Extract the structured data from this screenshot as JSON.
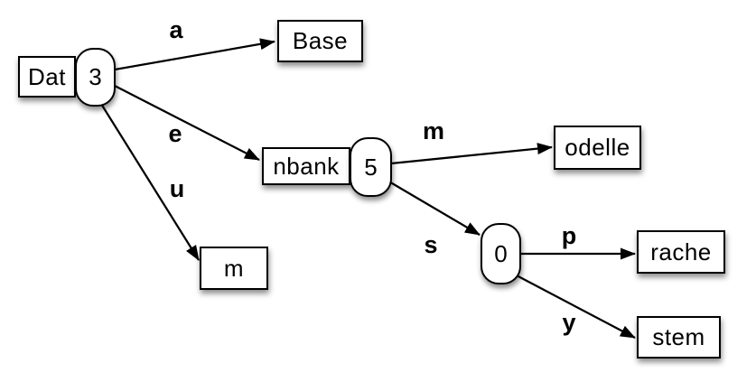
{
  "diagram": {
    "type": "trie",
    "nodes": {
      "dat": {
        "label": "Dat",
        "count": "3"
      },
      "base": {
        "label": "Base"
      },
      "nbank": {
        "label": "nbank",
        "count": "5"
      },
      "m": {
        "label": "m"
      },
      "odelle": {
        "label": "odelle"
      },
      "empty": {
        "count": "0"
      },
      "rache": {
        "label": "rache"
      },
      "stem": {
        "label": "stem"
      }
    },
    "edges": {
      "a": {
        "label": "a",
        "from": "dat",
        "to": "base"
      },
      "e": {
        "label": "e",
        "from": "dat",
        "to": "nbank"
      },
      "u": {
        "label": "u",
        "from": "dat",
        "to": "m"
      },
      "m": {
        "label": "m",
        "from": "nbank",
        "to": "odelle"
      },
      "s": {
        "label": "s",
        "from": "nbank",
        "to": "empty"
      },
      "p": {
        "label": "p",
        "from": "empty",
        "to": "rache"
      },
      "y": {
        "label": "y",
        "from": "empty",
        "to": "stem"
      }
    },
    "colors": {
      "background": "#ffffff",
      "node_fill": "#ffffff",
      "node_border": "#000000",
      "line": "#000000",
      "text": "#000000"
    }
  }
}
